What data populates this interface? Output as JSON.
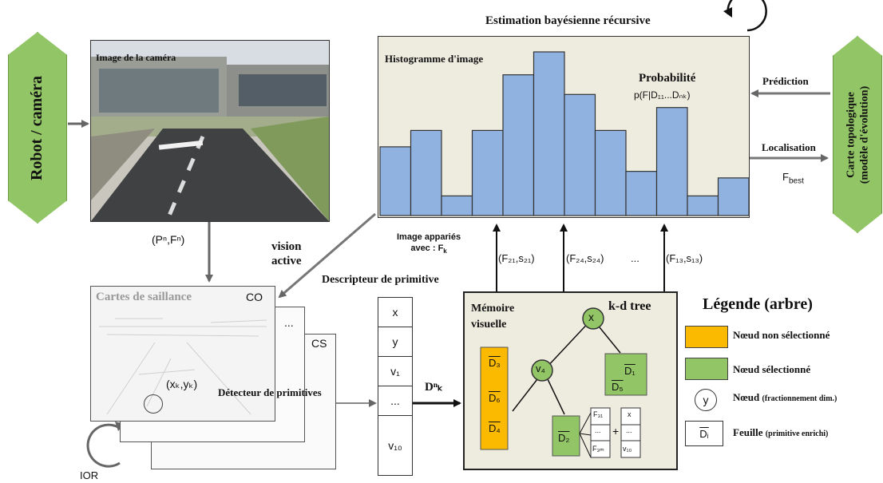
{
  "robot": {
    "label": "Robot / caméra",
    "color": "#92c565"
  },
  "carte": {
    "line1": "Carte topologique",
    "line2": "(modèle d'évolution)",
    "color": "#92c565"
  },
  "camera": {
    "title": "Image de la caméra"
  },
  "pnfn": "(Pⁿ,Fⁿ)",
  "vision": {
    "line1": "vision",
    "line2": "active"
  },
  "estimation": "Estimation bayésienne récursive",
  "histogram": {
    "title": "Histogramme d'image",
    "prob_title": "Probabilité",
    "prob_formula": "p(F|D₁₁...Dₙₖ)",
    "bar_color": "#8fb2e0",
    "bg_color": "#eeebdf",
    "values": [
      0.42,
      0.52,
      0.12,
      0.52,
      0.86,
      1.0,
      0.74,
      0.52,
      0.27,
      0.66,
      0.12,
      0.23
    ]
  },
  "prediction": "Prédiction",
  "localisation": "Localisation",
  "fbest": "F",
  "fbest_sub": "best",
  "matched": {
    "line1": "Image appariés",
    "line2": "avec : F",
    "sub": "k"
  },
  "pairs": [
    "(F₂₁,s₂₁)",
    "(F₂₄,s₂₄)",
    "...",
    "(F₁₃,s₁₃)"
  ],
  "saliency": {
    "title": "Cartes de saillance",
    "co": "CO",
    "dots": "...",
    "cs": "CS",
    "xy": "(xₖ,yₖ)",
    "ior": "IOR"
  },
  "descriptor": {
    "title": "Descripteur de primitive",
    "cells": [
      "x",
      "y",
      "v₁",
      "...",
      "v₁₀"
    ]
  },
  "detector": "Détecteur de primitives",
  "dnk": "Dⁿₖ",
  "memory": {
    "title_line1": "Mémoire",
    "title_line2": "visuelle",
    "kdtree": "k-d tree",
    "root": "x",
    "v4": "v₄",
    "leaf_left": [
      "D₃",
      "D₆",
      "D₄"
    ],
    "leaf_right": [
      "D₁",
      "D₅"
    ],
    "leaf_d2": "D₂",
    "f_cells": [
      "F₃₁",
      "...",
      "F₃ₘ"
    ],
    "x_cells": [
      "x",
      "...",
      "v₁₀"
    ],
    "plus": "+",
    "bg_color": "#eeebdf",
    "orange": "#fbb900",
    "green": "#92c565"
  },
  "legend": {
    "title": "Légende (arbre)",
    "items": [
      {
        "label": "Nœud non sélectionné",
        "small": ""
      },
      {
        "label": "Nœud sélectionné",
        "small": ""
      },
      {
        "symbol": "y",
        "label": "Nœud ",
        "small": "(fractionnement dim.)"
      },
      {
        "symbol": "Dᵢ",
        "label": "Feuille ",
        "small": "(primitive enrichi)"
      }
    ]
  }
}
